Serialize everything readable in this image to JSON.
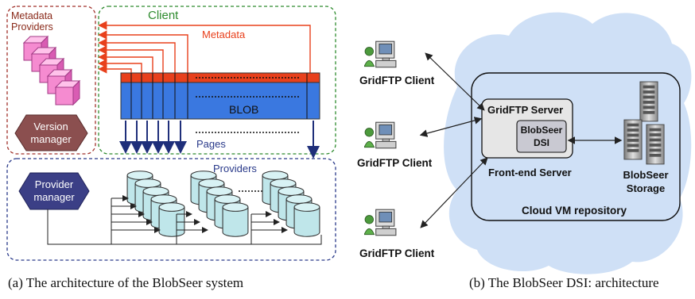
{
  "left": {
    "metadata_providers_label_1": "Metadata",
    "metadata_providers_label_2": "Providers",
    "client_label": "Client",
    "metadata_label": "Metadata",
    "blob_label": "BLOB",
    "pages_label": "Pages",
    "providers_label": "Providers",
    "version_manager_label_1": "Version",
    "version_manager_label_2": "manager",
    "provider_manager_label_1": "Provider",
    "provider_manager_label_2": "manager",
    "caption": "(a)  The architecture of the BlobSeer system"
  },
  "right": {
    "gridftp_client_1": "GridFTP Client",
    "gridftp_client_2": "GridFTP Client",
    "gridftp_client_3": "GridFTP Client",
    "gridftp_server": "GridFTP Server",
    "blobseer_dsi_1": "BlobSeer",
    "blobseer_dsi_2": "DSI",
    "front_end_server": "Front-end Server",
    "blobseer_storage_1": "BlobSeer",
    "blobseer_storage_2": "Storage",
    "cloud_repository": "Cloud VM repository",
    "caption": "(b)  The BlobSeer DSI: architecture"
  },
  "colors": {
    "metadata_red": "#e8401c",
    "blob_blue": "#3a78e0",
    "arrow_navy": "#1f2f7a",
    "cloud": "#cfe0f6",
    "cylinder": "#bfe6ea",
    "hex_brown": "#8b4f4f",
    "hex_navy": "#3b3f86",
    "cube_pink": "#f58bd0"
  }
}
